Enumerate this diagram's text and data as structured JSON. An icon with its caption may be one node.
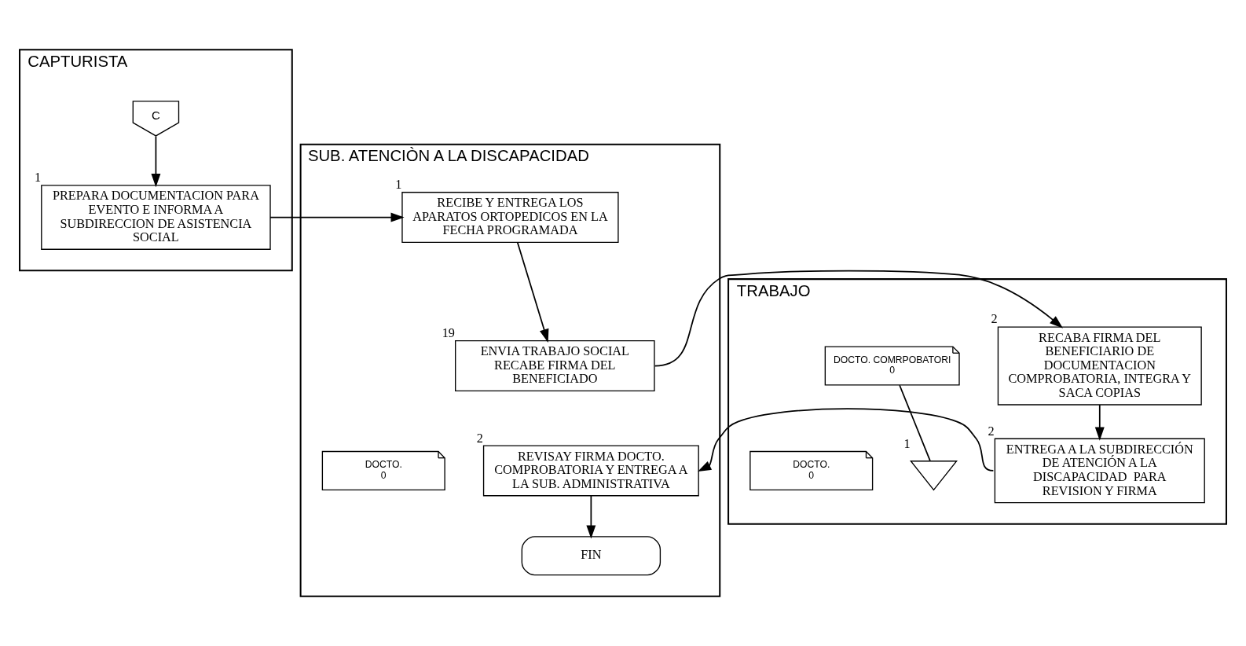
{
  "diagram": {
    "nodes": [
      {
        "text": [
          "CAPTURISTA"
        ]
      },
      {
        "text": [
          "SUB. ATENCIÒN A LA DISCAPACIDAD"
        ]
      },
      {
        "text": [
          "TRABAJO"
        ]
      },
      {
        "text": [
          "C"
        ],
        "in": 0
      },
      {
        "text": [
          "PREPARA DOCUMENTACION PARA EVENTO E INFORMA A SUBDIRECCION DE ASISTENCIA SOCIAL"
        ],
        "in": 0,
        "beside": [
          "1"
        ]
      },
      {
        "text": [
          "RECIBE Y ENTREGA LOS APARATOS ORTOPEDICOS EN LA FECHA PROGRAMADA"
        ],
        "in": 1,
        "beside": [
          "1"
        ]
      },
      {
        "text": [
          "ENVIA TRABAJO SOCIAL RECABE FIRMA DEL BENEFICIADO"
        ],
        "in": 1,
        "beside": [
          "19"
        ]
      },
      {
        "text": [
          "REVISAY FIRMA DOCTO. COMPROBATORIA Y ENTREGA A LA SUB. ADMINISTRATIVA"
        ],
        "in": 1,
        "beside": [
          "2"
        ]
      },
      {
        "text": [
          "DOCTO.",
          "0"
        ],
        "in": 1
      },
      {
        "text": [
          "FIN"
        ],
        "in": 1
      },
      {
        "text": [
          "RECABA FIRMA DEL BENEFICIARIO DE DOCUMENTACION COMPROBATORIA, INTEGRA Y SACA COPIAS"
        ],
        "in": 2,
        "beside": [
          "2"
        ]
      },
      {
        "text": [
          "DOCTO. COMRPOBATORI",
          "0"
        ],
        "in": 2
      },
      {
        "text": [],
        "shape": "triangle",
        "in": 2,
        "beside": [
          "1"
        ]
      },
      {
        "text": [
          "ENTREGA A LA SUBDIRECCIÓN DE ATENCIÓN A LA DISCAPACIDAD  PARA REVISION Y FIRMA"
        ],
        "in": 2,
        "beside": [
          "2"
        ]
      },
      {
        "text": [
          "DOCTO.",
          "0"
        ],
        "in": 2
      }
    ],
    "edges": [
      {
        "from": 3,
        "to": 4,
        "arrow": "to"
      },
      {
        "from": 4,
        "to": 5,
        "arrow": "to"
      },
      {
        "from": 5,
        "to": 6,
        "arrow": "to"
      },
      {
        "from": 6,
        "to": 10,
        "arrow": "to"
      },
      {
        "from": 11,
        "to": 12,
        "arrow": "none"
      },
      {
        "from": 10,
        "to": 13,
        "arrow": "to"
      },
      {
        "from": 13,
        "to": 7,
        "arrow": "to"
      },
      {
        "from": 7,
        "to": 9,
        "arrow": "to"
      }
    ]
  }
}
